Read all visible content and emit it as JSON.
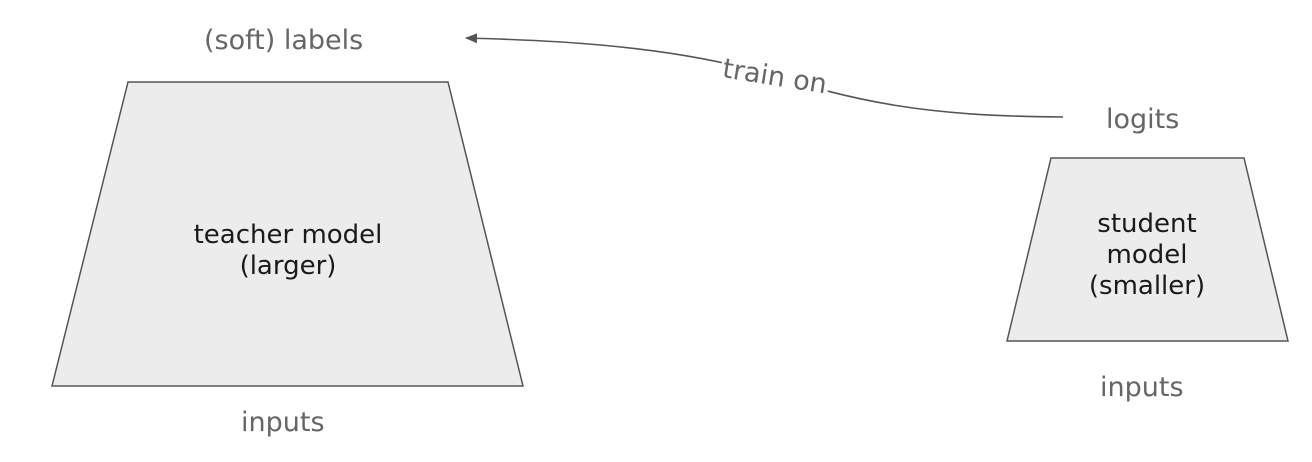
{
  "teacher": {
    "line1": "teacher model",
    "line2": "(larger)",
    "output_label": "(soft) labels",
    "input_label": "inputs"
  },
  "student": {
    "line1": "student",
    "line2": "model",
    "line3": "(smaller)",
    "output_label": "logits",
    "input_label": "inputs"
  },
  "edge": {
    "label": "train on"
  },
  "colors": {
    "shape_fill": "#ececec",
    "shape_stroke": "#555555",
    "label_text": "#666666",
    "model_text": "#1a1a1a"
  }
}
